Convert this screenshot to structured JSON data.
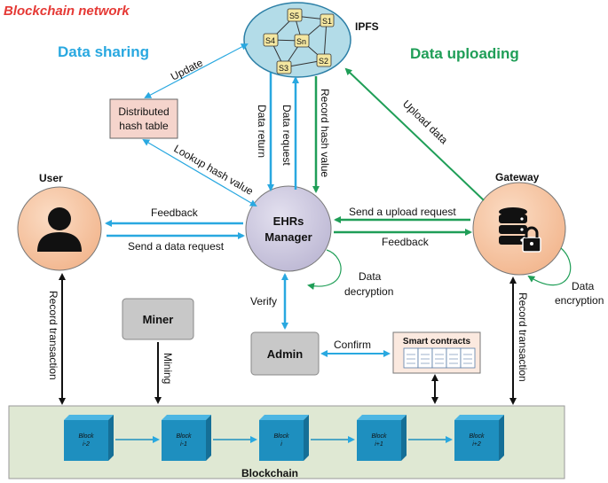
{
  "title": "Blockchain network",
  "headings": {
    "sharing": "Data sharing",
    "uploading": "Data uploading"
  },
  "ipfs": {
    "label": "IPFS",
    "nodes": [
      "S5",
      "S1",
      "S4",
      "Sn",
      "S3",
      "S2"
    ]
  },
  "dht": {
    "line1": "Distributed",
    "line2": "hash table"
  },
  "user": {
    "label": "User"
  },
  "gateway": {
    "label": "Gateway"
  },
  "ehrs": {
    "line1": "EHRs",
    "line2": "Manager"
  },
  "miner": {
    "label": "Miner"
  },
  "admin": {
    "label": "Admin"
  },
  "contracts": {
    "label": "Smart contracts"
  },
  "chain": {
    "label": "Blockchain",
    "blocks": [
      {
        "title": "Block",
        "index": "i-2"
      },
      {
        "title": "Block",
        "index": "i-1"
      },
      {
        "title": "Block",
        "index": "i"
      },
      {
        "title": "Block",
        "index": "i+1"
      },
      {
        "title": "Block",
        "index": "i+2"
      }
    ]
  },
  "edges": {
    "update": "Update",
    "lookup": "Lookup hash value",
    "data_return": "Data return",
    "data_request": "Data request",
    "record_hash": "Record hash value",
    "upload_data": "Upload data",
    "feedback_left": "Feedback",
    "send_data_request": "Send a data request",
    "send_upload_request": "Send a upload request",
    "feedback_right": "Feedback",
    "data_decryption_1": "Data",
    "data_decryption_2": "decryption",
    "data_encryption_1": "Data",
    "data_encryption_2": "encryption",
    "verify": "Verify",
    "confirm": "Confirm",
    "mining": "Mining",
    "record_tx_left": "Record transaction",
    "record_tx_right": "Record transaction"
  },
  "colors": {
    "blue": "#29a8e0",
    "green": "#1f9e57",
    "ipfs_fill": "#b3dce8",
    "peach": "#f5c6a5",
    "lavender": "#cfcbe0",
    "block": "#1e8fbf",
    "chain_bg": "#dfe8d3"
  }
}
